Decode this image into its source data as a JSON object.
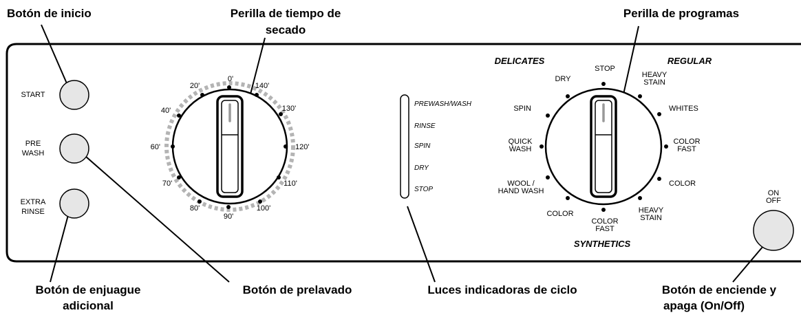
{
  "callouts": {
    "start": "Botón de inicio",
    "dry_time_line1": "Perilla de tiempo de",
    "dry_time_line2": "secado",
    "programs": "Perilla de programas",
    "extra_rinse_line1": "Botón de enjuague",
    "extra_rinse_line2": "adicional",
    "prewash": "Botón de prelavado",
    "cycle_lights": "Luces indicadoras de ciclo",
    "onoff_line1": "Botón de enciende y",
    "onoff_line2": "apaga (On/Off)"
  },
  "buttons": {
    "start": [
      "START"
    ],
    "prewash": [
      "PRE",
      "WASH"
    ],
    "extra_rinse": [
      "EXTRA",
      "RINSE"
    ],
    "onoff": [
      "ON",
      "OFF"
    ]
  },
  "timer_ticks": [
    "0'",
    "140'",
    "130'",
    "120'",
    "110'",
    "100'",
    "90'",
    "80'",
    "70'",
    "60'",
    "40'",
    "20'"
  ],
  "cycle_lights": [
    "PREWASH/WASH",
    "RINSE",
    "SPIN",
    "DRY",
    "STOP"
  ],
  "program_groups": {
    "delicates": "DELICATES",
    "regular": "REGULAR",
    "synthetics": "SYNTHETICS"
  },
  "program_labels": {
    "stop": [
      "STOP"
    ],
    "heavy_stain_top": [
      "HEAVY",
      "STAIN"
    ],
    "whites": [
      "WHITES"
    ],
    "color_fast_right": [
      "COLOR",
      "FAST"
    ],
    "color_right": [
      "COLOR"
    ],
    "heavy_stain_bottom": [
      "HEAVY",
      "STAIN"
    ],
    "color_fast_bottom": [
      "COLOR",
      "FAST"
    ],
    "color_bottom": [
      "COLOR"
    ],
    "wool": [
      "WOOL /",
      "HAND WASH"
    ],
    "quick_wash": [
      "QUICK",
      "WASH"
    ],
    "spin": [
      "SPIN"
    ],
    "dry": [
      "DRY"
    ]
  },
  "colors": {
    "button_fill": "#e6e6e6",
    "ring_dash": "#b4b4b4",
    "stroke": "#000000"
  }
}
